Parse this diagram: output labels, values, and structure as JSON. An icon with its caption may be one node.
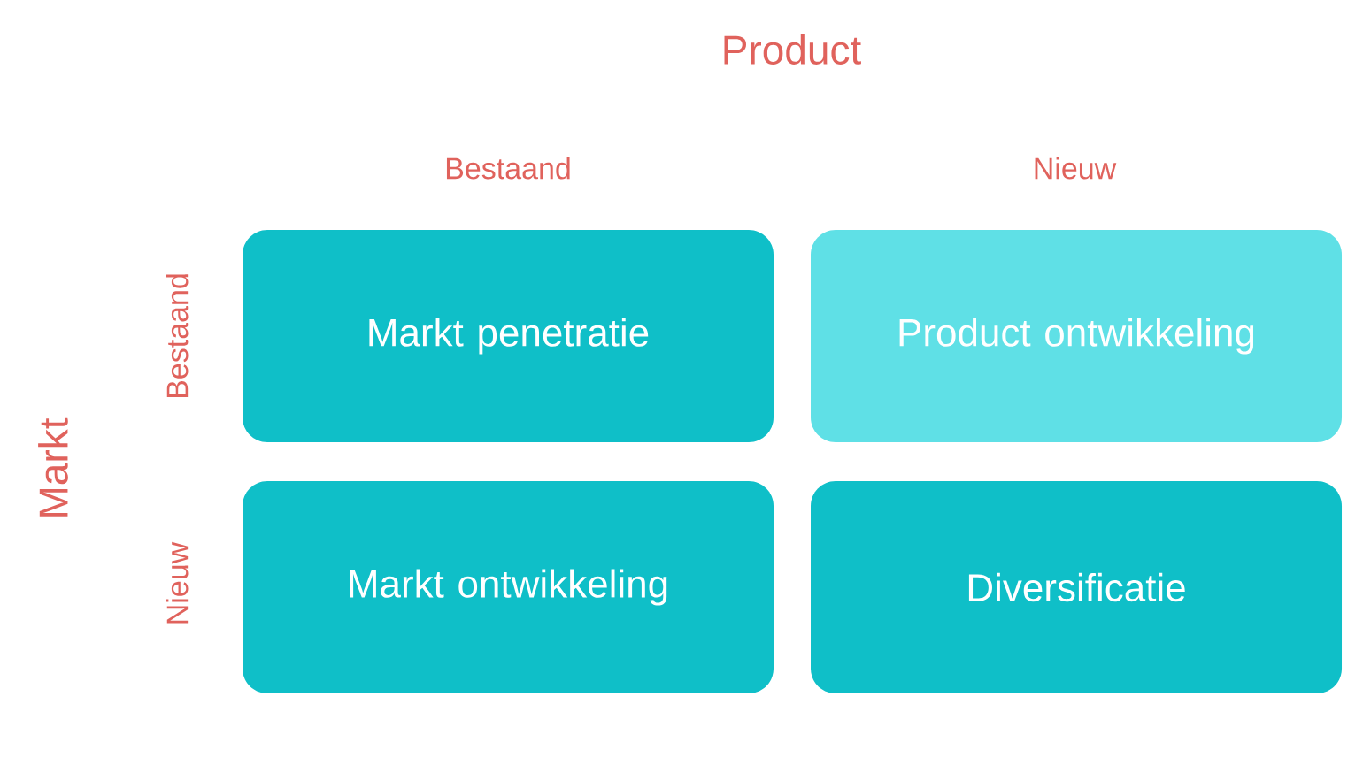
{
  "diagram": {
    "nodes": [
      {
        "text": [
          "Markt penetratie"
        ]
      },
      {
        "text": [
          "Product ontwikkeling"
        ]
      },
      {
        "text": [
          "Markt ontwikkeling"
        ]
      },
      {
        "text": [
          "Diversificatie"
        ]
      }
    ],
    "labels": [
      "Product",
      "Bestaand",
      "Nieuw",
      "Markt",
      "Bestaand",
      "Nieuw"
    ]
  }
}
